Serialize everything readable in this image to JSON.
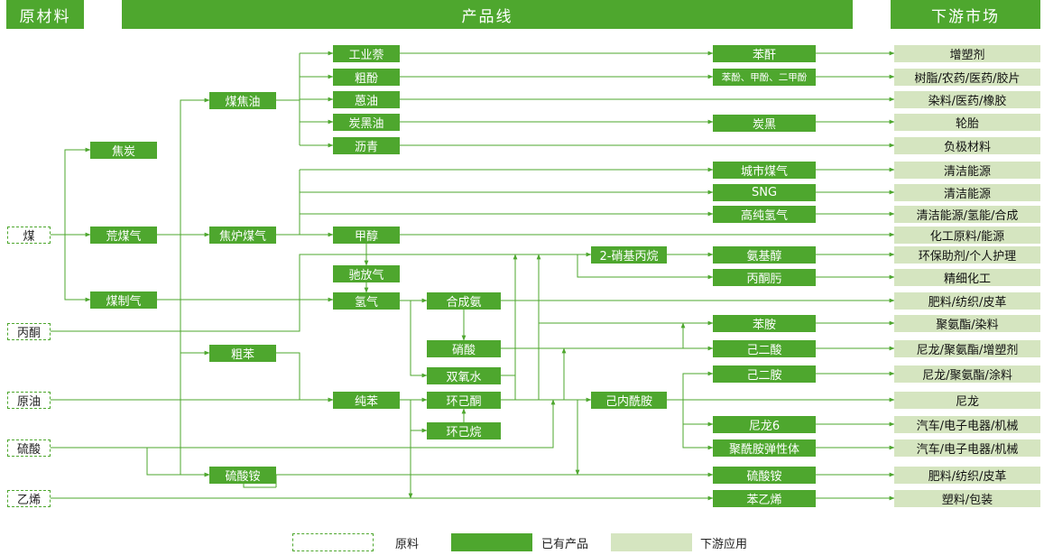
{
  "headers": {
    "raw": "原材料",
    "product": "产品线",
    "downstream": "下游市场"
  },
  "raw": {
    "coal": "煤",
    "acetone": "丙酮",
    "crude_oil": "原油",
    "sulfuric_acid": "硫酸",
    "ethylene": "乙烯"
  },
  "products": {
    "coke": "焦炭",
    "raw_gas": "荒煤气",
    "coal_gas": "煤制气",
    "coal_tar": "煤焦油",
    "coke_oven_gas": "焦炉煤气",
    "crude_benzene": "粗苯",
    "ammonium_sulfate_1": "硫酸铵",
    "naphthalene": "工业萘",
    "crude_phenol": "粗酚",
    "anthracene_oil": "蒽油",
    "carbon_black_oil": "炭黑油",
    "pitch": "沥青",
    "methanol": "甲醇",
    "purge_gas": "驰放气",
    "hydrogen": "氢气",
    "pure_benzene": "纯苯",
    "synthetic_ammonia": "合成氨",
    "nitric_acid": "硝酸",
    "hydrogen_peroxide": "双氧水",
    "cyclohexanone": "环己酮",
    "cyclohexane": "环己烷",
    "nitropropane": "2-硝基丙烷",
    "caprolactam": "己内酰胺",
    "phthalic_anhydride": "苯酐",
    "phenols": "苯酚、甲酚、二甲酚",
    "carbon_black": "炭黑",
    "city_gas": "城市煤气",
    "sng": "SNG",
    "hp_hydrogen": "高纯氢气",
    "amino_alcohol": "氨基醇",
    "acetone_oxime": "丙酮肟",
    "aniline": "苯胺",
    "adipic_acid": "己二酸",
    "hexamethylenediamine": "己二胺",
    "nylon6": "尼龙6",
    "pa_elastomer": "聚酰胺弹性体",
    "ammonium_sulfate_2": "硫酸铵",
    "styrene": "苯乙烯"
  },
  "downstream": [
    "增塑剂",
    "树脂/农药/医药/胶片",
    "染料/医药/橡胶",
    "轮胎",
    "负极材料",
    "清洁能源",
    "清洁能源",
    "清洁能源/氢能/合成",
    "化工原料/能源",
    "环保助剂/个人护理",
    "精细化工",
    "肥料/纺织/皮革",
    "聚氨酯/染料",
    "尼龙/聚氨酯/增塑剂",
    "尼龙/聚氨酯/涂料",
    "尼龙",
    "汽车/电子电器/机械",
    "汽车/电子电器/机械",
    "肥料/纺织/皮革",
    "塑料/包装"
  ],
  "legend": {
    "raw": "原料",
    "product": "已有产品",
    "downstream": "下游应用"
  },
  "colors": {
    "product_green": "#4ea72e",
    "downstream_green": "#d5e5c0",
    "line_green": "#4ea72e"
  }
}
